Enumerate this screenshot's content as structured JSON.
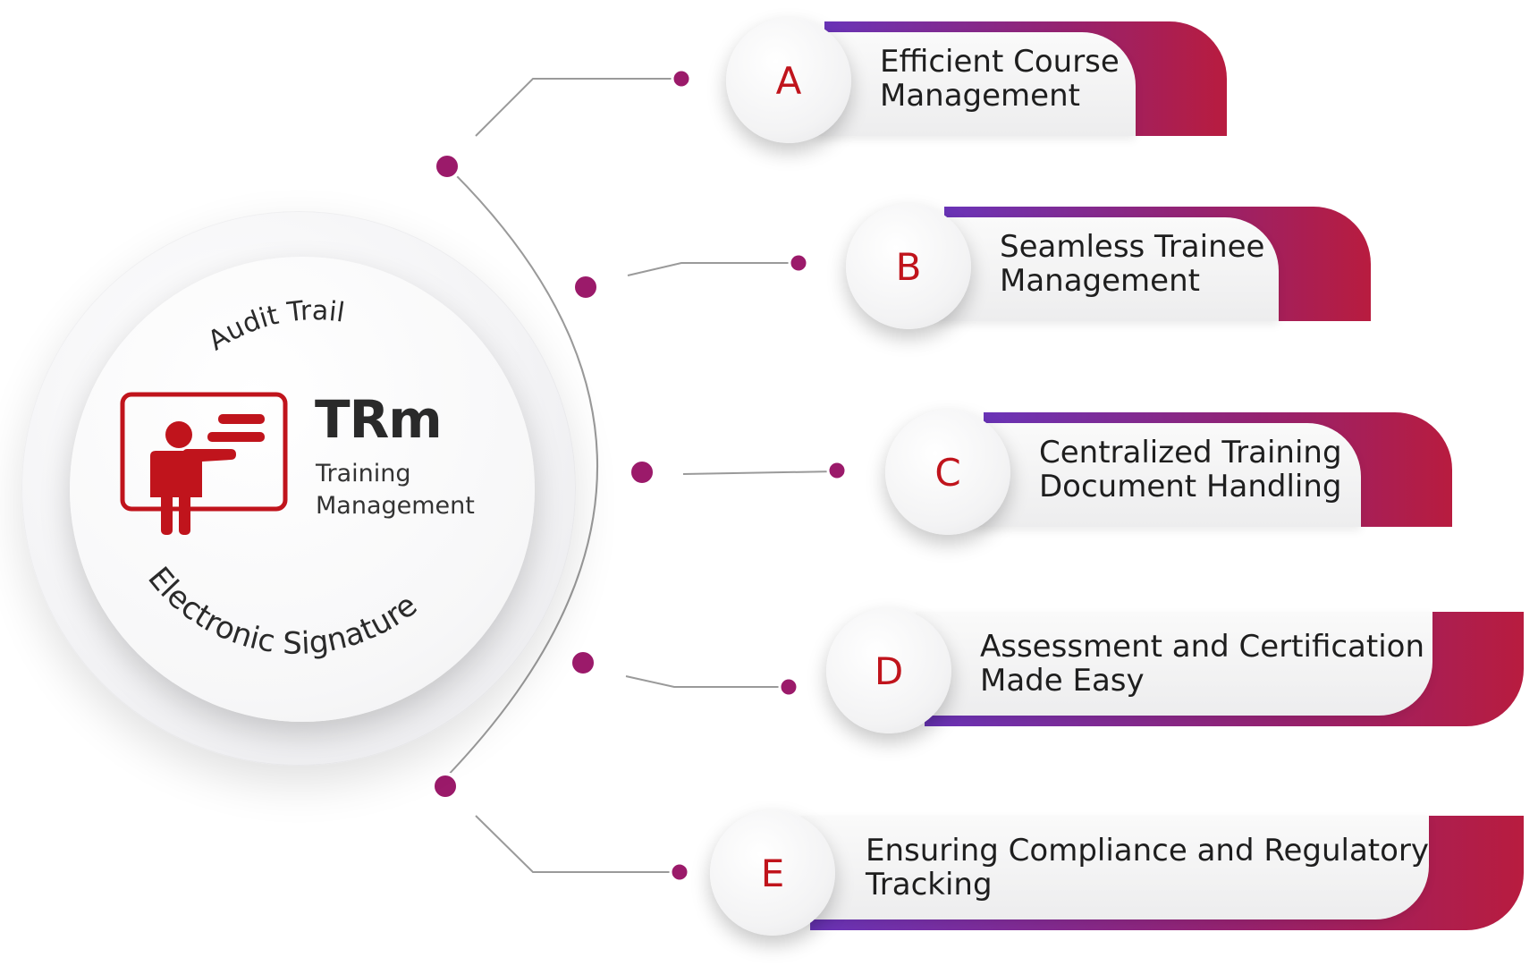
{
  "hub": {
    "title": "TRm",
    "subtitle_line1": "Training",
    "subtitle_line2": "Management",
    "arc_top": "Audit Trail",
    "arc_bottom": "Electronic Signature",
    "icon": "presenter-board-icon"
  },
  "features": [
    {
      "letter": "A",
      "line1": "Efficient Course",
      "line2": "Management"
    },
    {
      "letter": "B",
      "line1": "Seamless Trainee",
      "line2": "Management"
    },
    {
      "letter": "C",
      "line1": "Centralized Training",
      "line2": "Document Handling"
    },
    {
      "letter": "D",
      "line1": "Assessment and Certification",
      "line2": "Made Easy"
    },
    {
      "letter": "E",
      "line1": "Ensuring Compliance and Regulatory",
      "line2": "Tracking"
    }
  ],
  "colors": {
    "accent_red": "#c0141c",
    "dot_magenta": "#9b1a6a",
    "bar_purple": "#6a34b8",
    "bar_crimson": "#b81c3f"
  }
}
